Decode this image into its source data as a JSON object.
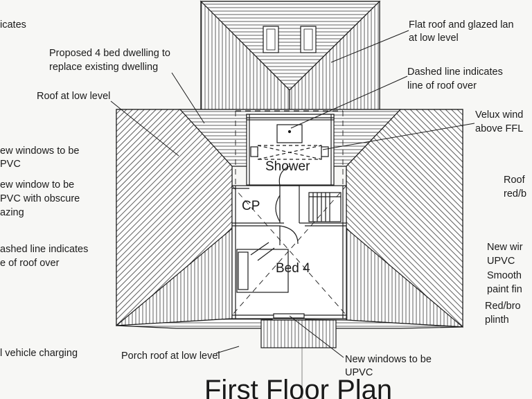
{
  "title": "First Floor Plan",
  "rooms": {
    "shower": "Shower",
    "cp": "CP",
    "bed4": "Bed 4"
  },
  "annotations_left": {
    "a1": "icates",
    "a2_l1": "Proposed 4 bed dwelling to",
    "a2_l2": "replace existing dwelling",
    "a3": "Roof at low level",
    "a4_l1": "ew windows to be",
    "a4_l2": "PVC",
    "a5_l1": "ew window to be",
    "a5_l2": "PVC with obscure",
    "a5_l3": "azing",
    "a6_l1": "ashed line indicates",
    "a6_l2": "e of roof over",
    "a7": "l vehicle charging"
  },
  "annotations_bottom": {
    "porch": "Porch roof at low level",
    "newwin_l1": "New windows to be",
    "newwin_l2": "UPVC"
  },
  "annotations_right": {
    "r1_l1": "Flat roof and glazed lan",
    "r1_l2": "at low level",
    "r2_l1": "Dashed line indicates",
    "r2_l2": "line of roof over",
    "r3_l1": "Velux wind",
    "r3_l2": "above FFL",
    "r4_l1": "Roof",
    "r4_l2": "red/b",
    "r5_l1": "New wir",
    "r5_l2": "UPVC",
    "r5_l3": "Smooth",
    "r5_l4": "paint fin",
    "r6_l1": "Red/bro",
    "r6_l2": "plinth"
  }
}
